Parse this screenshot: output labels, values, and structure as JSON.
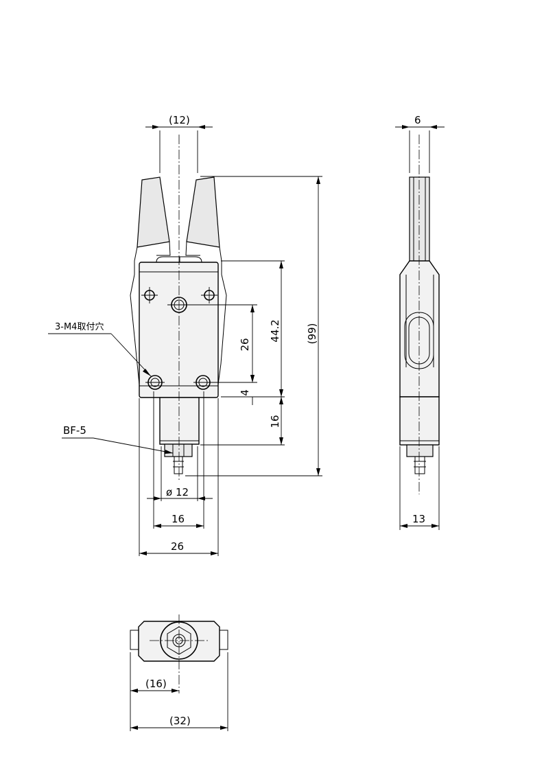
{
  "front_view": {
    "dim_jaw_gap": "(12)",
    "dim_hole_spacing_v": "26",
    "dim_body_height": "44.2",
    "dim_overall_height": "(99)",
    "dim_hole_offset": "4",
    "dim_boss_height": "16",
    "dim_boss_dia": "ø 12",
    "dim_hole_spacing_h": "16",
    "dim_body_width": "26",
    "label_mount_holes": "3-M4取付穴",
    "label_fitting": "BF-5"
  },
  "side_view": {
    "dim_jaw_thickness": "6",
    "dim_body_thickness": "13"
  },
  "bottom_view": {
    "dim_half_width": "(16)",
    "dim_total_width": "(32)"
  }
}
